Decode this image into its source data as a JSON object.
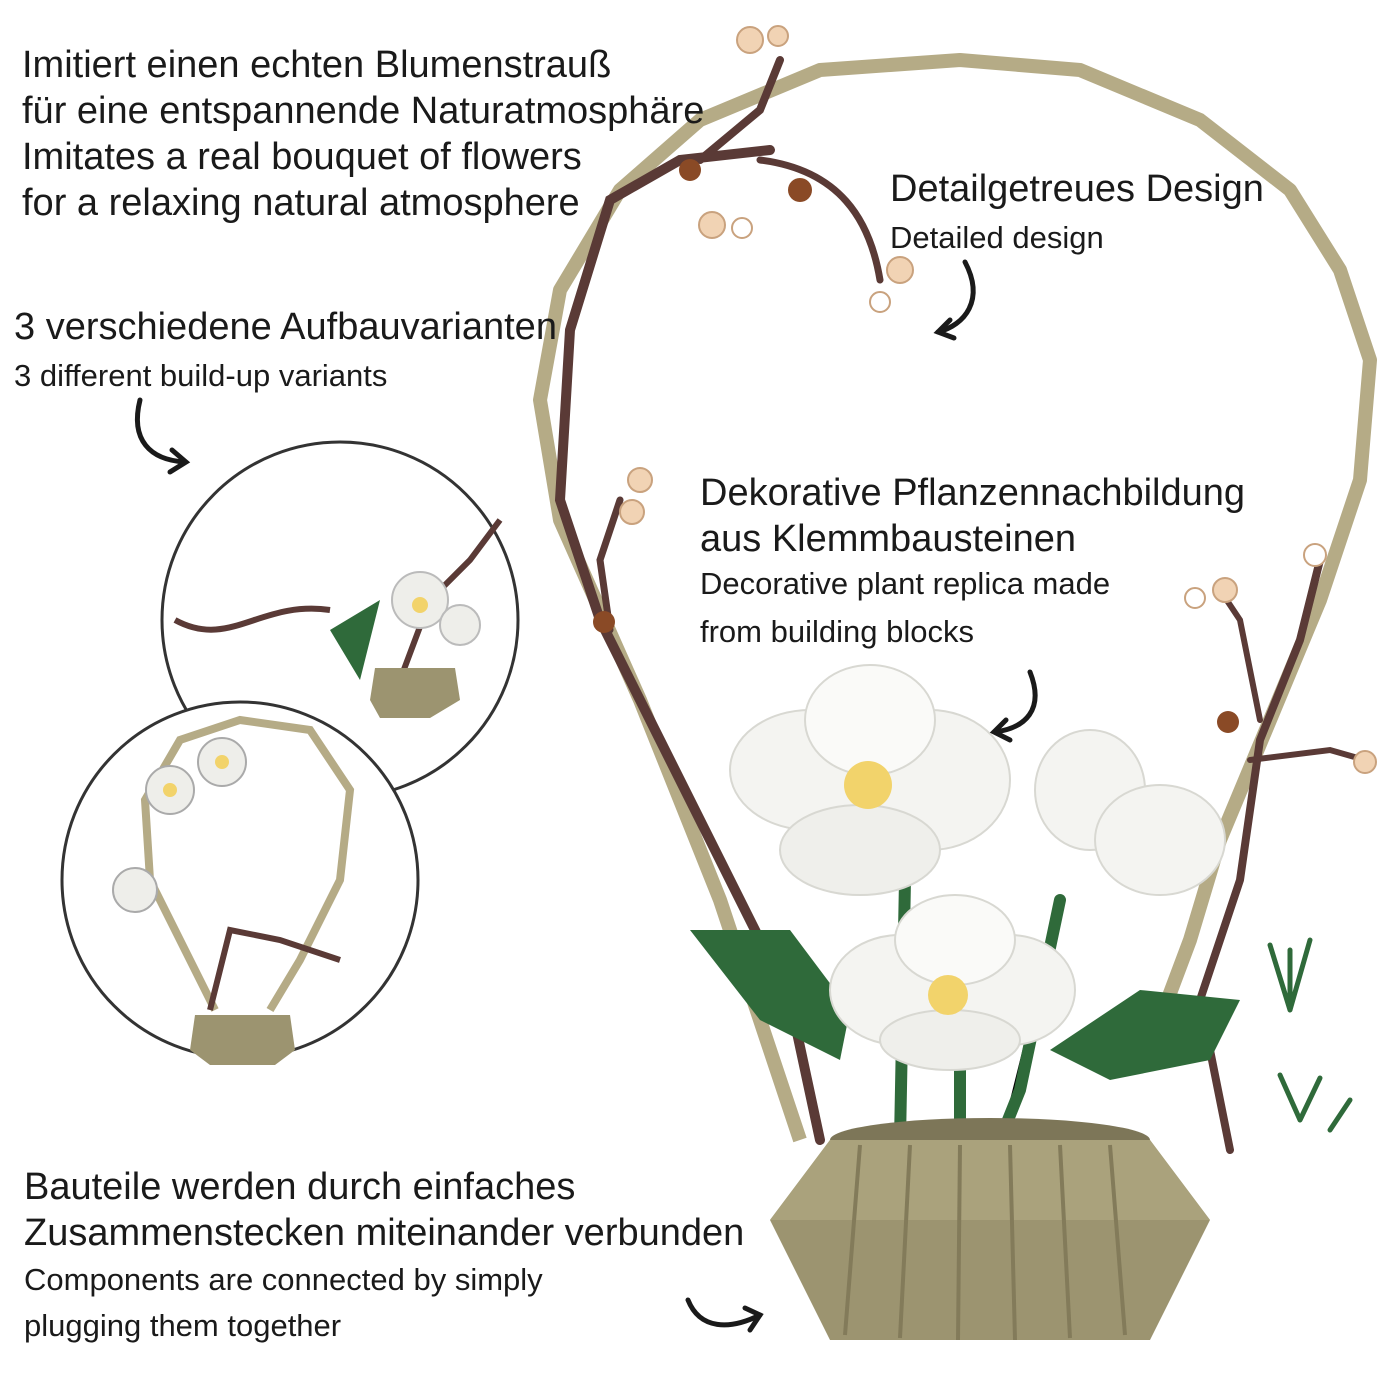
{
  "captions": {
    "bouquet": {
      "de_line1": "Imitiert einen echten Blumenstrauß",
      "de_line2": "für eine entspannende Naturatmosphäre",
      "en_line1": "Imitates a real bouquet of flowers",
      "en_line2": "for a relaxing natural atmosphere"
    },
    "variants": {
      "de": "3 verschiedene Aufbauvarianten",
      "en": "3 different build-up variants"
    },
    "design": {
      "de": "Detailgetreues Design",
      "en": "Detailed design"
    },
    "plant": {
      "de_line1": "Dekorative Pflanzennachbildung",
      "de_line2": "aus Klemmbausteinen",
      "en_line1": "Decorative plant replica made",
      "en_line2": "from building blocks"
    },
    "components": {
      "de_line1": "Bauteile werden durch einfaches",
      "de_line2": "Zusammenstecken miteinander verbunden",
      "en_line1": "Components are connected by simply",
      "en_line2": "plugging them together"
    }
  },
  "colors": {
    "text": "#1a1a1a",
    "arch": "#b5ab86",
    "branch": "#5a3a36",
    "leaf": "#2f6a3a",
    "petal": "#f4f4f1",
    "stamen": "#f2d36b",
    "pot": "#9c9470"
  }
}
